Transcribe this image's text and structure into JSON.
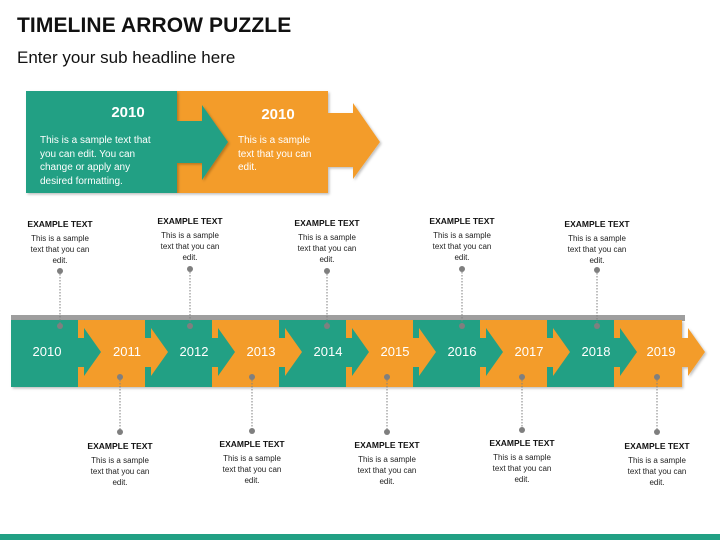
{
  "header": {
    "title": "TIMELINE ARROW PUZZLE",
    "subtitle": "Enter your sub headline here"
  },
  "colors": {
    "teal": "#21A084",
    "orange": "#F39C2A",
    "gray_connector": "#7F7F7F",
    "text_dark": "#111111"
  },
  "hero": {
    "left": {
      "year": "2010",
      "text_lines": [
        "This is a sample text that",
        "you can edit. You can",
        "change or apply any",
        "desired formatting."
      ],
      "color": "teal"
    },
    "right": {
      "year": "2010",
      "text_lines": [
        "This is a sample",
        "text that you can",
        "edit."
      ],
      "color": "orange"
    }
  },
  "timeline": {
    "segments": [
      {
        "year": "2010",
        "color": "teal"
      },
      {
        "year": "2011",
        "color": "orange"
      },
      {
        "year": "2012",
        "color": "teal"
      },
      {
        "year": "2013",
        "color": "orange"
      },
      {
        "year": "2014",
        "color": "teal"
      },
      {
        "year": "2015",
        "color": "orange"
      },
      {
        "year": "2016",
        "color": "teal"
      },
      {
        "year": "2017",
        "color": "orange"
      },
      {
        "year": "2018",
        "color": "teal"
      },
      {
        "year": "2019",
        "color": "orange"
      }
    ]
  },
  "callouts_top": [
    {
      "heading": "EXAMPLE TEXT",
      "lines": [
        "This is a sample",
        "text that you can",
        "edit."
      ],
      "year": "2010"
    },
    {
      "heading": "EXAMPLE TEXT",
      "lines": [
        "This is a sample",
        "text that you can",
        "edit."
      ],
      "year": "2012"
    },
    {
      "heading": "EXAMPLE TEXT",
      "lines": [
        "This is a sample",
        "text that you can",
        "edit."
      ],
      "year": "2014"
    },
    {
      "heading": "EXAMPLE TEXT",
      "lines": [
        "This is a sample",
        "text that you can",
        "edit."
      ],
      "year": "2016"
    },
    {
      "heading": "EXAMPLE TEXT",
      "lines": [
        "This is a sample",
        "text that you can",
        "edit."
      ],
      "year": "2018"
    }
  ],
  "callouts_bottom": [
    {
      "heading": "EXAMPLE TEXT",
      "lines": [
        "This is a sample",
        "text that you can",
        "edit."
      ],
      "year": "2011"
    },
    {
      "heading": "EXAMPLE TEXT",
      "lines": [
        "This is a sample",
        "text that you can",
        "edit."
      ],
      "year": "2013"
    },
    {
      "heading": "EXAMPLE TEXT",
      "lines": [
        "This is a sample",
        "text that you can",
        "edit."
      ],
      "year": "2015"
    },
    {
      "heading": "EXAMPLE TEXT",
      "lines": [
        "This is a sample",
        "text that you can",
        "edit."
      ],
      "year": "2017"
    },
    {
      "heading": "EXAMPLE TEXT",
      "lines": [
        "This is a sample",
        "text that you can",
        "edit."
      ],
      "year": "2019"
    }
  ]
}
